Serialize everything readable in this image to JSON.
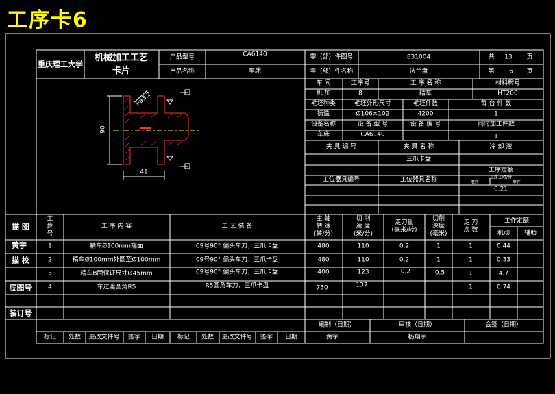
{
  "title": "工序卡6",
  "header": {
    "school": "重庆理工大学",
    "card_title_1": "机械加工工艺",
    "card_title_2": "卡片",
    "product_model_label": "产品型号",
    "product_model": "CA6140",
    "product_name_label": "产品名称",
    "product_name": "车床",
    "part_no_label": "零（部）件图号",
    "part_no": "831004",
    "part_name_label": "零（部）件名称",
    "part_name": "法兰盘",
    "total_label": "共",
    "total": "13",
    "page_unit": "页",
    "page_label": "第",
    "page": "6",
    "page_unit2": "页"
  },
  "right_info": {
    "workshop_label": "车  间",
    "proc_no_label": "工序号",
    "proc_name_label": "工 序 名 称",
    "material_label": "材料牌号",
    "workshop": "机 加",
    "proc_no": "8",
    "proc_name": "精车",
    "material": "HT200",
    "blank_type_label": "毛坯种类",
    "blank_size_label": "毛坯外形尺寸",
    "blank_count_label": "毛坯件数",
    "per_piece_label": "每 台 件 数",
    "blank_type": "铸造",
    "blank_size": "Ø106×102",
    "blank_count": "4200",
    "per_piece": "1",
    "equip_name_label": "设备名称",
    "equip_model_label": "设 备 型 号",
    "equip_no_label": "设 备 编 号",
    "simul_label": "同时加工件数",
    "equip_name": "车床",
    "equip_model": "CA6140",
    "simul": "1",
    "fixture_no_label": "夹 具 编 号",
    "fixture_name_label": "夹 具 名 称",
    "coolant_label": "冷 却 液",
    "fixture_name": "三爪卡盘",
    "quota_label": "工序定额",
    "tool_no_label": "工位器具编号",
    "tool_name_label": "工位器具名称",
    "unit_time_label": "工序工时/分",
    "prep_label": "准终",
    "unit_label": "单件",
    "unit_time": "6.21"
  },
  "drawing": {
    "dim_left": "90",
    "dim_bottom": "41",
    "roughness": "Ra3.2"
  },
  "table": {
    "side_draw": "描 图",
    "side_name": "黄宇",
    "side_check": "描 校",
    "side_base": "底图号",
    "side_bind": "装订号",
    "h_step": "工\n步\n号",
    "h_content": "工 序 内 容",
    "h_equip": "工 艺 装 备",
    "h_speed": "主 轴\n转 速\n(转/分)",
    "h_cut_speed": "切 削\n速 度\n(米/分)",
    "h_feed": "走刀量\n(毫米/转)",
    "h_depth": "切削\n深度\n(毫米)",
    "h_passes": "走 刀\n次 数",
    "h_quota": "工作定额",
    "h_machine": "机动",
    "h_aux": "辅助",
    "rows": [
      {
        "step": "1",
        "content": "精车Ø100mm端面",
        "equip": "09号90° 偏头车刀，三爪卡盘",
        "speed": "480",
        "cut": "110",
        "feed": "0.2",
        "depth": "1",
        "passes": "1",
        "machine": "0.44"
      },
      {
        "step": "2",
        "content": "精车Ø100mm外圆至Ø100mm",
        "equip": "09号90° 偏头车刀，三爪卡盘",
        "speed": "480",
        "cut": "110",
        "feed": "0.2",
        "depth": "1",
        "passes": "1",
        "machine": "0.33"
      },
      {
        "step": "3",
        "content": "精车B面保证尺寸Ø45mm",
        "equip": "09号90° 偏头车刀，三爪卡盘",
        "speed": "400",
        "cut": "123",
        "feed": "0.2",
        "depth": "0.5",
        "passes": "1",
        "machine": "4.7"
      },
      {
        "step": "4",
        "content": "车过渡圆角R5",
        "equip": "R5圆角车刀，三爪卡盘",
        "speed": "750",
        "cut": "137",
        "feed": "",
        "depth": "",
        "passes": "1",
        "machine": "0.74"
      }
    ]
  },
  "footer": {
    "compile_label": "编制（日期）",
    "review_label": "审核（日期）",
    "sign_label": "会签（日期）",
    "compiler": "黄宇",
    "reviewer": "杨翔宇",
    "cols": [
      "标记",
      "处数",
      "更改文件号",
      "签字",
      "日期",
      "标记",
      "处数",
      "更改文件号",
      "签字",
      "日期"
    ]
  }
}
